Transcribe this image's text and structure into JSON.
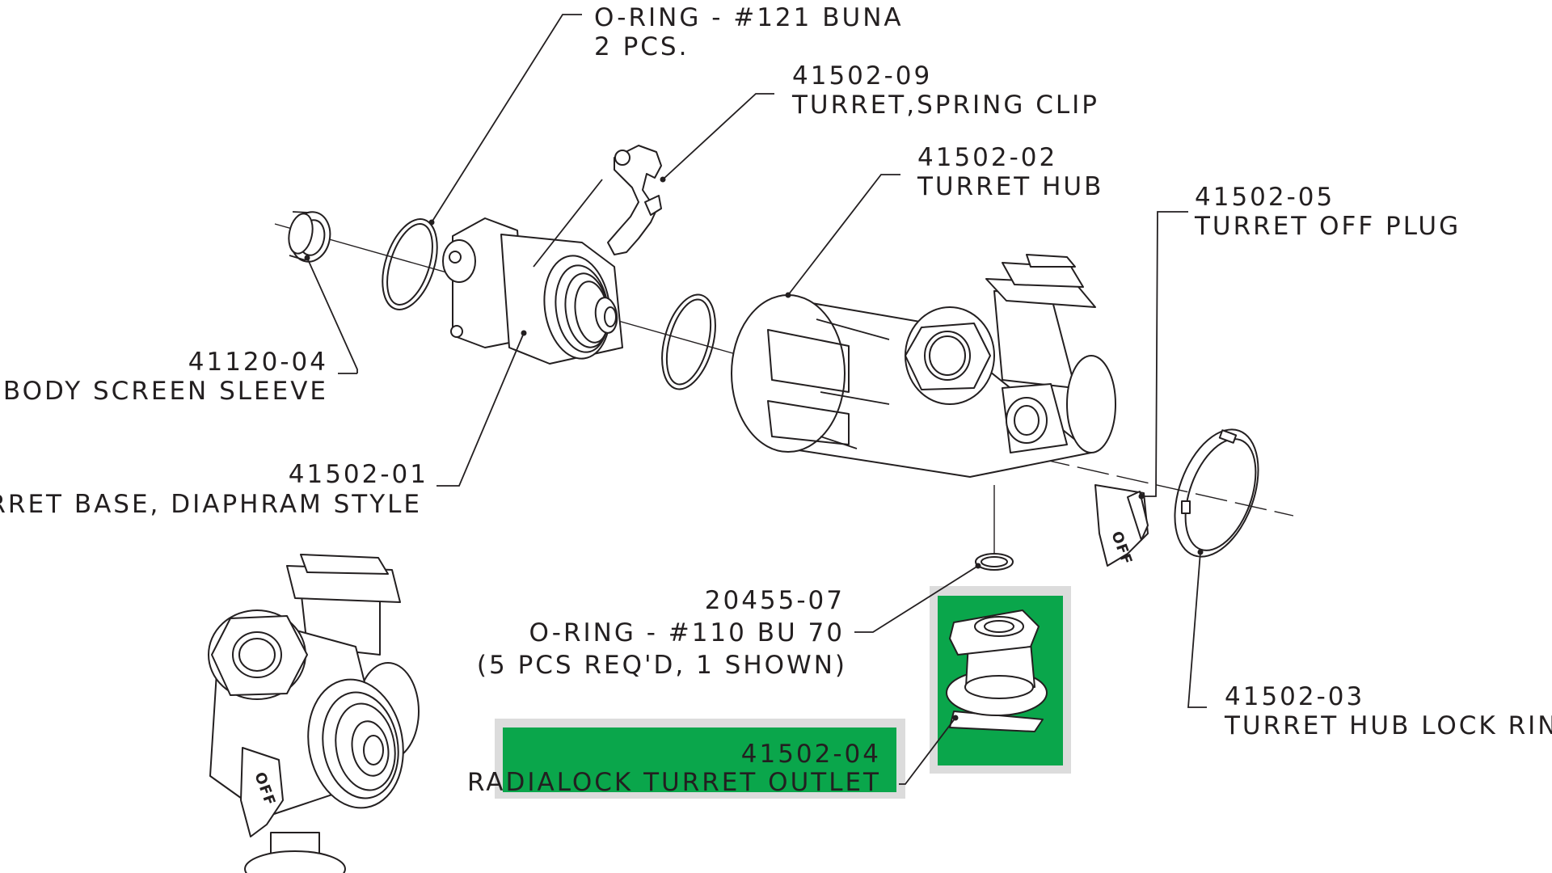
{
  "colors": {
    "line": "#231f20",
    "highlight": "#0aa64b",
    "highlight_frame": "#dcdcdc",
    "background": "#ffffff"
  },
  "labels": {
    "oring_121": {
      "line1": "O-RING - #121 BUNA",
      "line2": "2 PCS."
    },
    "spring_clip": {
      "part_no": "41502-09",
      "name": "TURRET,SPRING CLIP"
    },
    "turret_hub": {
      "part_no": "41502-02",
      "name": "TURRET HUB"
    },
    "off_plug": {
      "part_no": "41502-05",
      "name": "TURRET OFF PLUG"
    },
    "body_screen": {
      "part_no": "41120-04",
      "name": "BODY SCREEN SLEEVE"
    },
    "turret_base": {
      "part_no": "41502-01",
      "name": "TURRET BASE, DIAPHRAM STYLE"
    },
    "oring_110": {
      "part_no": "20455-07",
      "line2": "O-RING - #110 BU 70",
      "line3": "(5 PCS REQ'D, 1 SHOWN)"
    },
    "lock_ring": {
      "part_no": "41502-03",
      "name": "TURRET HUB LOCK RING"
    },
    "radialock_outlet": {
      "part_no": "41502-04",
      "name": "RADIALOCK TURRET OUTLET"
    }
  },
  "plug_marking": "OFF"
}
